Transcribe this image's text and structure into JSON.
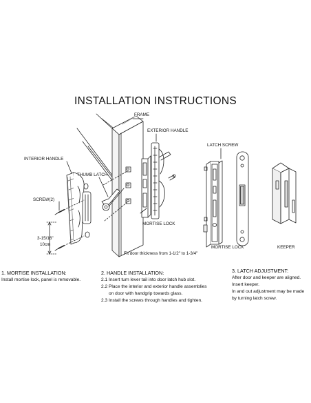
{
  "title": "INSTALLATION INSTRUCTIONS",
  "diagram": {
    "labels": {
      "frame": "FRAME",
      "exterior_handle": "EXTERIOR HANDLE",
      "latch_screw": "LATCH SCREW",
      "interior_handle": "INTERIOR HANDLE",
      "thumb_latch": "THUMB LATCH",
      "screw": "SCREW(2)",
      "size_in": "3-15/16\"",
      "size_cm": "10cm",
      "mortise_lock_label": "MORTISE LOCK",
      "thickness_note": "Fit door thickness from 1-1/2\" to 1-3/4\"",
      "mortise_lock_caption": "MORTISE LOCK",
      "keeper_caption": "KEEPER"
    }
  },
  "steps": {
    "step1": {
      "heading": "1. MORTISE INSTALLATION:",
      "lines": [
        "Install mortise lock, panel is removable."
      ]
    },
    "step2": {
      "heading": "2. HANDLE INSTALLATION:",
      "lines": [
        "2.1 Insert turn lever tail into door latch hub slot.",
        "2.2 Place the interior and exterior handle assemblies",
        "on door with handgrip towards glass.",
        "2.3 Install the screws through handles and tighten."
      ]
    },
    "step3": {
      "heading": "3. LATCH ADJUSTMENT:",
      "lines": [
        "After door and keeper are aligned.",
        "Insert keeper.",
        "In and out adjustment may be made",
        "by turning latch screw."
      ]
    }
  }
}
